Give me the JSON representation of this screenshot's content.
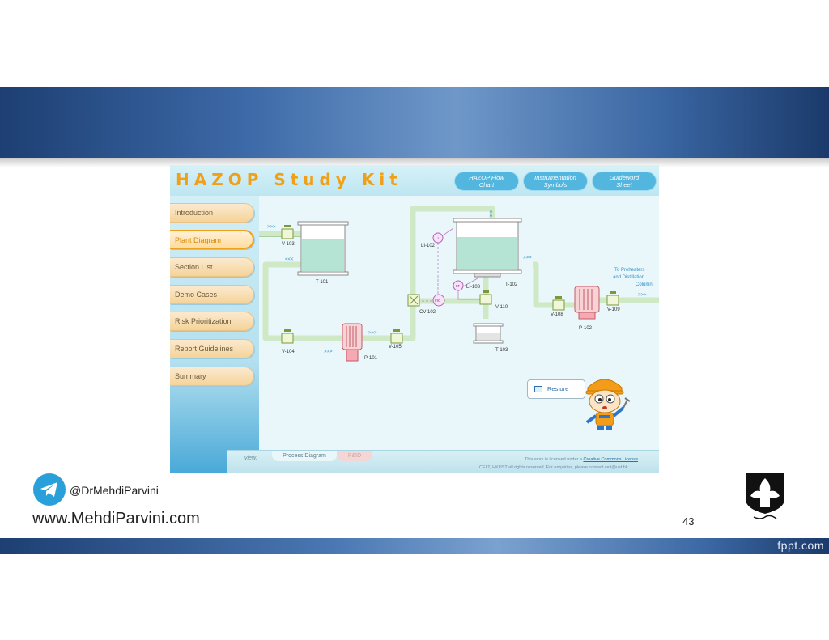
{
  "app": {
    "title": "HAZOP Study Kit",
    "top_buttons": [
      {
        "line1": "HAZOP Flow",
        "line2": "Chart"
      },
      {
        "line1": "Instrumentation",
        "line2": "Symbols"
      },
      {
        "line1": "Guideword",
        "line2": "Sheet"
      }
    ],
    "nav": [
      "Introduction",
      "Plant Diagram",
      "Section List",
      "Demo Cases",
      "Risk Prioritization",
      "Report Guidelines",
      "Summary"
    ],
    "active_nav": "Plant Diagram",
    "diagram_labels": {
      "v103": "V-103",
      "t101": "T-101",
      "v104": "V-104",
      "p101": "P-101",
      "v105": "V-105",
      "cv102": "CV-102",
      "li102": "LI-102",
      "li": "LI",
      "li103": "LI-103",
      "lt": "LT",
      "fic": "FIC",
      "t102": "T-102",
      "v110": "V-110",
      "t103": "T-103",
      "v108": "V-108",
      "p102": "P-102",
      "v109": "V-109",
      "dest1": "To Preheaters",
      "dest2": "and Distillation",
      "dest3": "Column"
    },
    "restore_label": "Restore",
    "footer": {
      "view_label": "view:",
      "tab_active": "Process Diagram",
      "tab_other": "P&ID",
      "license_prefix": "This work is licensed under a ",
      "license_link": "Creative Commons License",
      "rights": "CELT, HKUST all rights reserved. For enquiries, please contact celt@ust.hk"
    }
  },
  "slide": {
    "handle": "@DrMehdiParvini",
    "website": "www.MehdiParvini.com",
    "page_number": "43",
    "footer_brand": "fppt.com"
  },
  "colors": {
    "title_orange": "#f0a018",
    "pipe_green": "#cfe9c6",
    "banner_blue": "#3d6aa8",
    "telegram_blue": "#2aa0da"
  }
}
